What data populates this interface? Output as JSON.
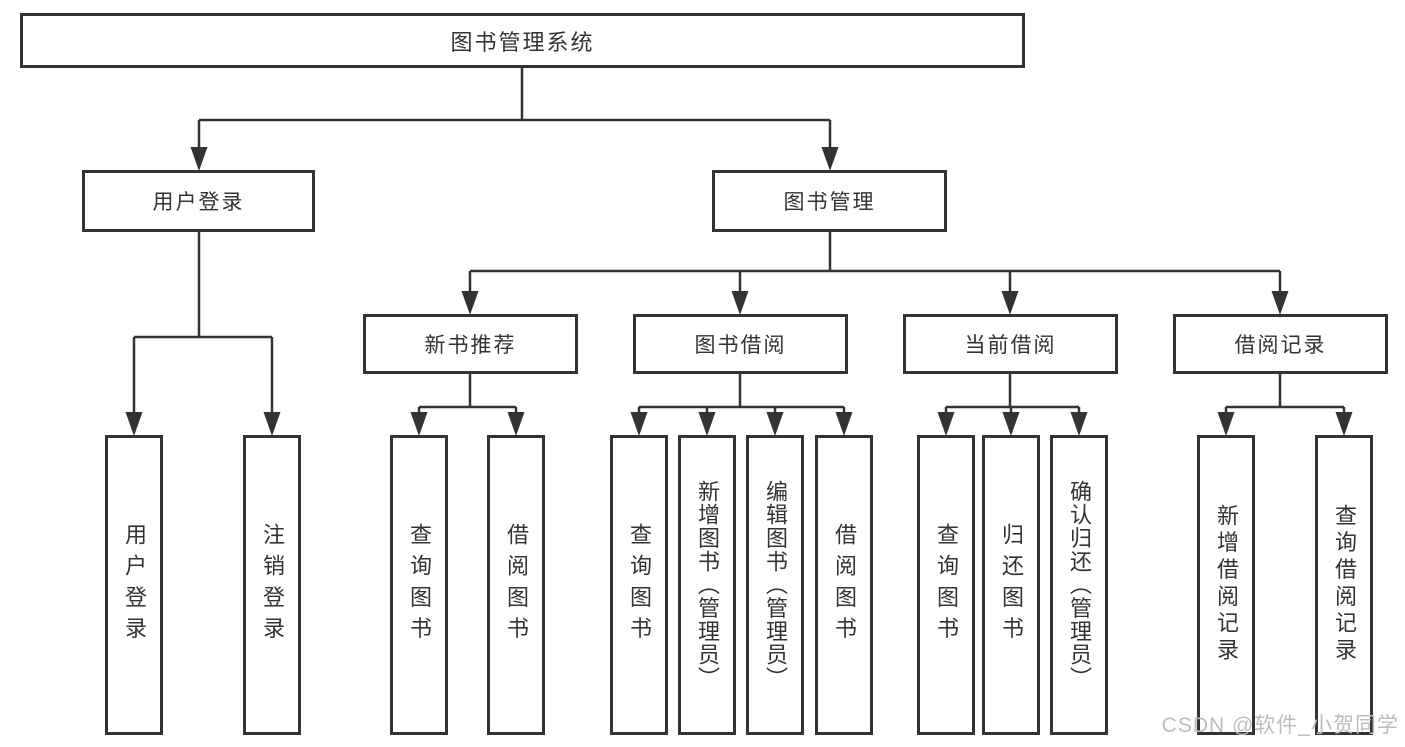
{
  "tree": {
    "label": "图书管理系统",
    "children": [
      {
        "label": "用户登录",
        "children": [
          {
            "label": "用户登录"
          },
          {
            "label": "注销登录"
          }
        ]
      },
      {
        "label": "图书管理",
        "children": [
          {
            "label": "新书推荐",
            "children": [
              {
                "label": "查询图书"
              },
              {
                "label": "借阅图书"
              }
            ]
          },
          {
            "label": "图书借阅",
            "children": [
              {
                "label": "查询图书"
              },
              {
                "label": "新增图书（管理员）"
              },
              {
                "label": "编辑图书（管理员）"
              },
              {
                "label": "借阅图书"
              }
            ]
          },
          {
            "label": "当前借阅",
            "children": [
              {
                "label": "查询图书"
              },
              {
                "label": "归还图书"
              },
              {
                "label": "确认归还（管理员）"
              }
            ]
          },
          {
            "label": "借阅记录",
            "children": [
              {
                "label": "新增借阅记录"
              },
              {
                "label": "查询借阅记录"
              }
            ]
          }
        ]
      }
    ]
  },
  "watermark": "CSDN @软件_小贺同学",
  "colors": {
    "line": "#333333",
    "box_border": "#333333",
    "box_fill": "#ffffff",
    "text": "#333333",
    "watermark": "#bcbcbc"
  }
}
